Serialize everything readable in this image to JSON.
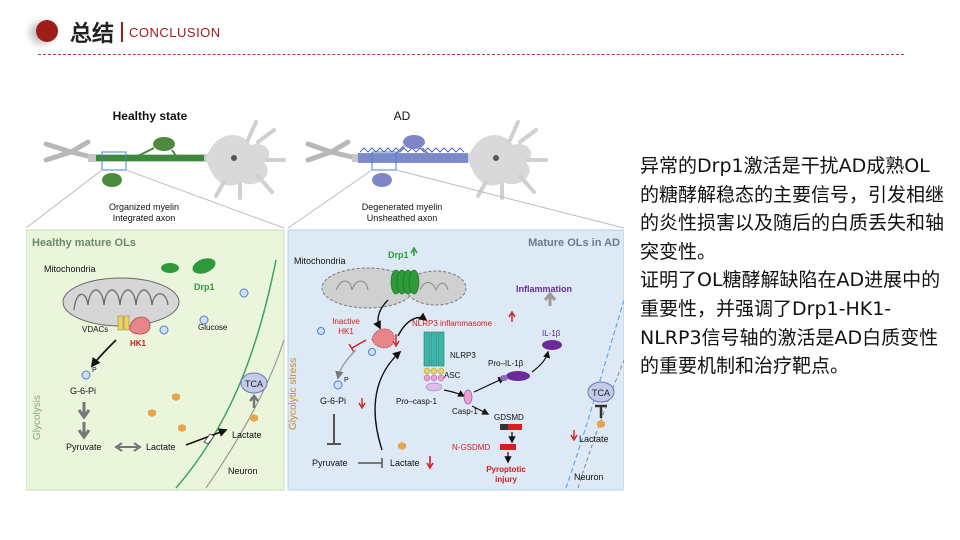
{
  "header": {
    "title": "总结",
    "subtitle": "CONCLUSION"
  },
  "figure": {
    "healthy": {
      "title": "Healthy state",
      "caption_line1": "Organized myelin",
      "caption_line2": "Integrated axon",
      "panel_title": "Healthy mature OLs",
      "labels": {
        "mitochondria": "Mitochondria",
        "drp1": "Drp1",
        "vdacs": "VDACs",
        "hk1": "HK1",
        "glucose": "Glucose",
        "g6p": "G-6-Pi",
        "p": "P",
        "glycolysis": "Glycolysis",
        "pyruvate": "Pyruvate",
        "lactate1": "Lactate",
        "lactate2": "Lactate",
        "tca": "TCA",
        "neuron": "Neuron"
      }
    },
    "ad": {
      "title": "AD",
      "caption_line1": "Degenerated myelin",
      "caption_line2": "Unsheathed axon",
      "panel_title": "Mature OLs in AD",
      "labels": {
        "mitochondria": "Mitochondria",
        "drp1": "Drp1",
        "inactive_hk1_line1": "Inactive",
        "inactive_hk1_line2": "HK1",
        "nlrp3_inflammasome": "NLRP3 inflammasome",
        "nlrp3": "NLRP3",
        "asc": "ASC",
        "pro_casp1": "Pro–casp-1",
        "casp1": "Casp-1",
        "pro_il1b": "Pro–IL-1β",
        "il1b": "IL-1β",
        "inflammation": "Inflammation",
        "gdsmd": "GDSMD",
        "n_gsdmd": "N-GSDMD",
        "pyroptotic_line1": "Pyroptotic",
        "pyroptotic_line2": "injury",
        "glycolytic_stress": "Glycolytic stress",
        "p": "P",
        "g6p": "G-6-Pi",
        "pyruvate": "Pyruvate",
        "lactate": "Lactate",
        "tca": "TCA",
        "lactate_neuron": "Lactate",
        "neuron": "Neuron"
      }
    }
  },
  "summary": {
    "para1": "异常的Drp1激活是干扰AD成熟OL的糖酵解稳态的主要信号，引发相继的炎性损害以及随后的白质丢失和轴突变性。",
    "para2": "证明了OL糖酵解缺陷在AD进展中的重要性，并强调了Drp1-HK1-NLRP3信号轴的激活是AD白质变性的重要机制和治疗靶点。"
  },
  "colors": {
    "accent": "#a01c18",
    "healthy_panel": "#eaf5dc",
    "ad_panel": "#dde9f5",
    "axon_green": "#3a8a3a",
    "red_label": "#d21f1f",
    "purple": "#5a2a8a"
  }
}
